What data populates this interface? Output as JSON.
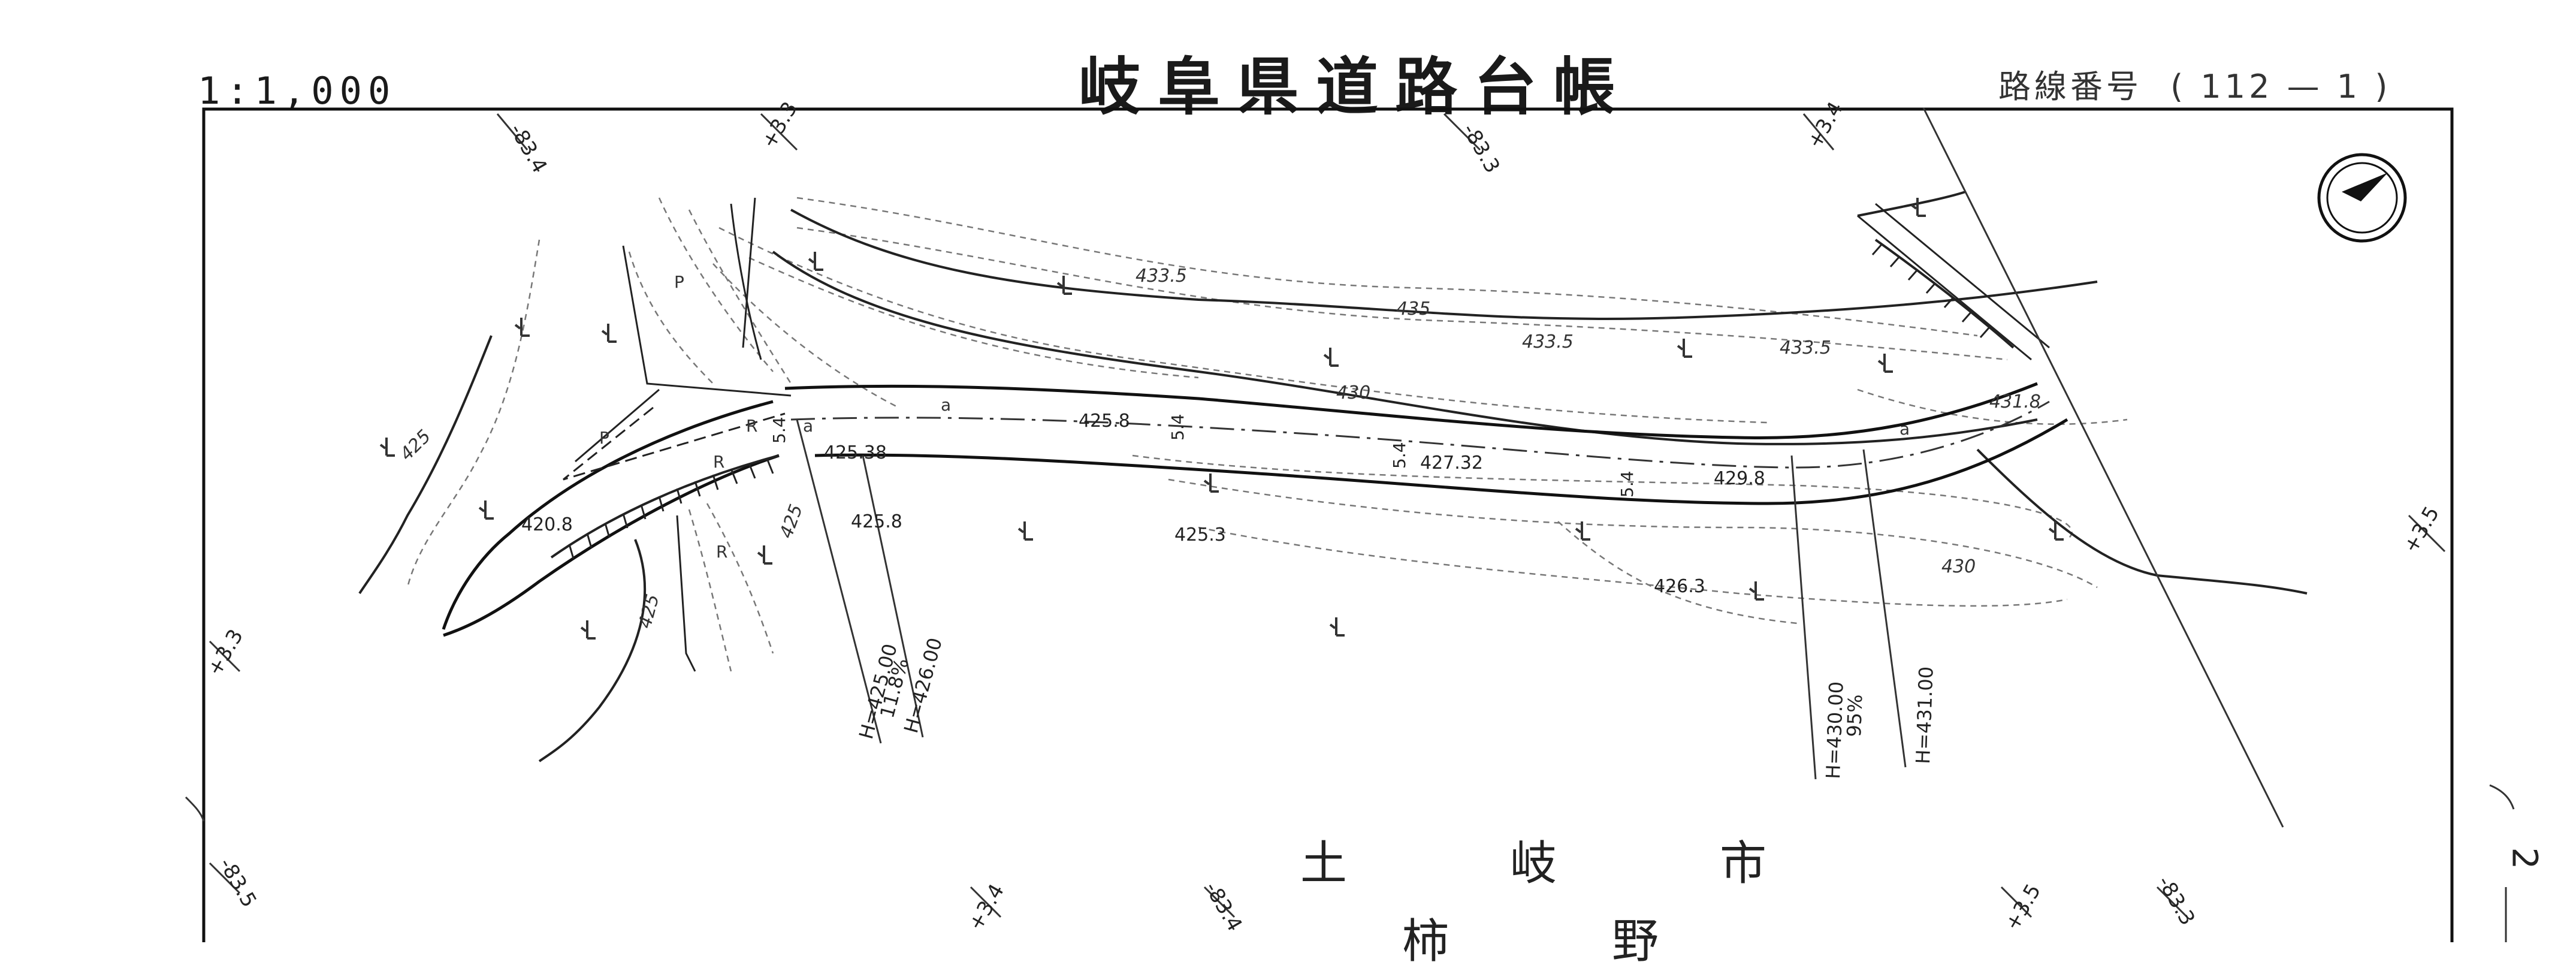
{
  "header": {
    "title": "岐阜県道路台帳",
    "scale": "1:1,000",
    "route_label": "路線番号",
    "route_number": "( 112 — 1 )"
  },
  "place": {
    "city": [
      "土",
      "岐",
      "市"
    ],
    "district": [
      "柿",
      "野"
    ]
  },
  "sheet_number": "2",
  "contour_labels": [
    "433.5",
    "435",
    "433.5",
    "433.5",
    "430",
    "431.8",
    "425",
    "425",
    "425",
    "430"
  ],
  "elevations": [
    "425.38",
    "425.8",
    "425.8",
    "420.8",
    "425.3",
    "427.32",
    "429.8",
    "426.3"
  ],
  "road_widths": [
    "5.4",
    "5.4",
    "5.4",
    "5.4"
  ],
  "profile_labels": [
    "H=425.00",
    "11.8%",
    "H=426.00",
    "H=430.00",
    "95%",
    "H=431.00"
  ],
  "grid_ticks": [
    "-83.4",
    "+3.3",
    "-83.3",
    "+3.4",
    "+3.5",
    "+3.3",
    "-83.5",
    "+3.4",
    "-83.4",
    "+3.5",
    "-83.3"
  ],
  "symbols": {
    "north_arrow": "north-arrow-icon",
    "wasteland": "wasteland-symbol-icon",
    "field": "field-symbol-icon"
  },
  "field_letters": [
    "P",
    "P",
    "R",
    "R",
    "R",
    "a",
    "a",
    "a"
  ]
}
